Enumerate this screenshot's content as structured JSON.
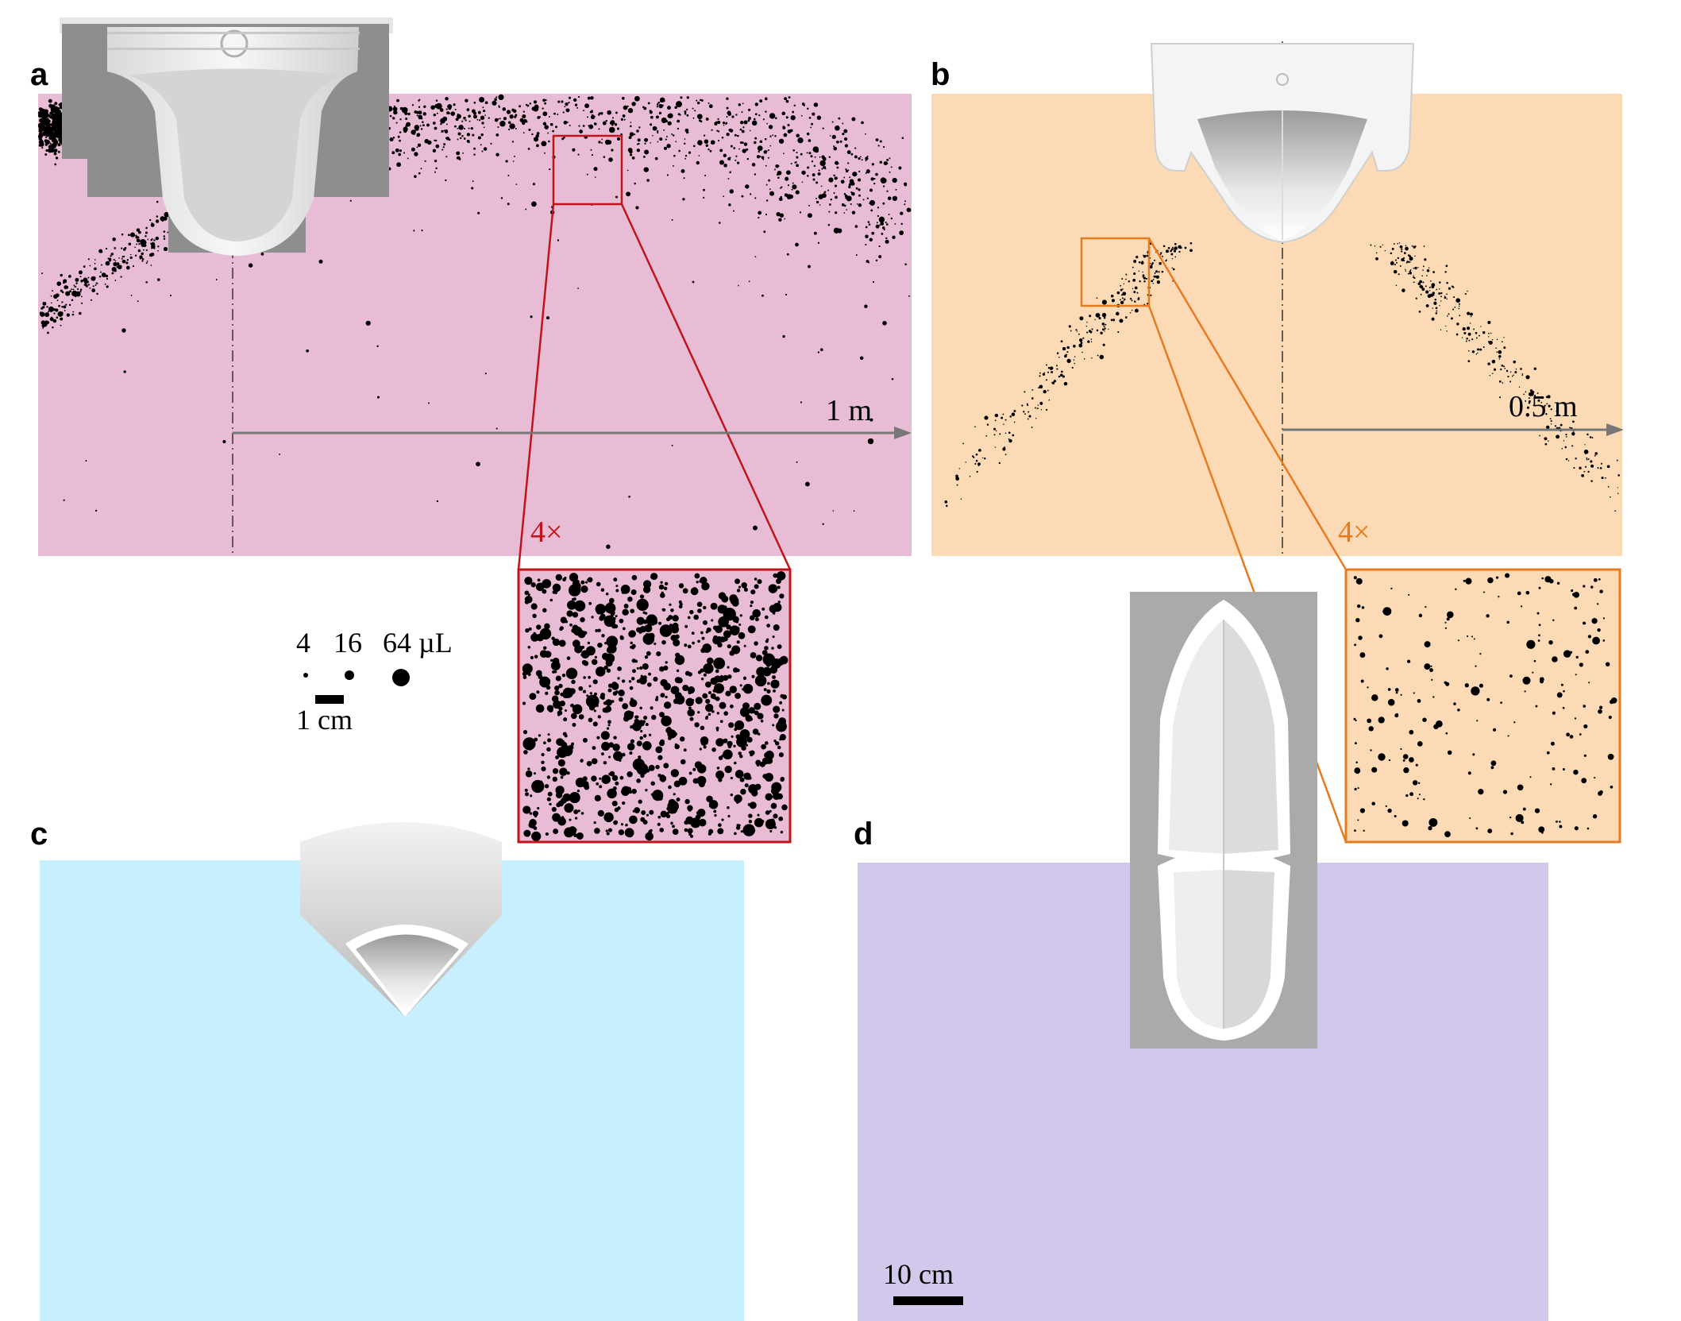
{
  "panels": {
    "a": {
      "label": "a",
      "color": "#e8bcd4",
      "distance_label": "1 m",
      "zoom_label": "4×",
      "zoom_color": "#c0141c"
    },
    "b": {
      "label": "b",
      "color": "#fddab6",
      "distance_label": "0.5 m",
      "zoom_label": "4×",
      "zoom_color": "#e87a1e"
    },
    "c": {
      "label": "c",
      "color": "#c8effd"
    },
    "d": {
      "label": "d",
      "color": "#d2c8ec",
      "scale_label": "10 cm"
    }
  },
  "legend": {
    "volumes": [
      "4",
      "16",
      "64 µL"
    ],
    "scale_label": "1 cm"
  },
  "icons": [
    "urinal-a-icon",
    "urinal-b-icon",
    "urinal-c-icon",
    "urinal-d-icon"
  ]
}
